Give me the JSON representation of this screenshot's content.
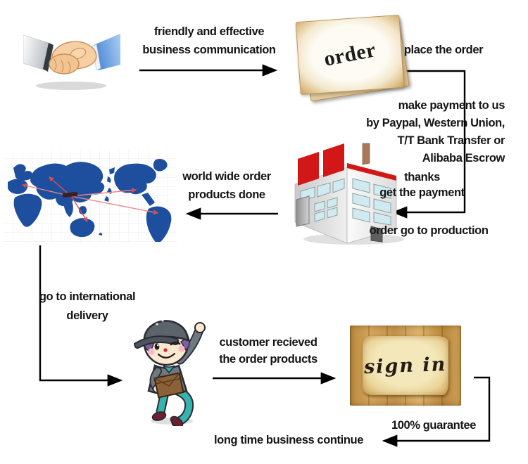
{
  "canvas": {
    "background": "#ffffff"
  },
  "colors": {
    "text": "#151515",
    "arrow": "#000000",
    "map_blue": "#1e4f9e",
    "route_pink": "#ef8484",
    "route_red": "#d94f4f",
    "factory_red": "#d31717",
    "sleeve_blue": "#4f8ad8",
    "courier_teal": "#38b2ac",
    "courier_gray": "#6e7880",
    "package_brown": "#8a6138",
    "skin": "#f6cfa3"
  },
  "nodes": {
    "handshake": {
      "icon": "handshake-icon"
    },
    "order_note": {
      "label": "order"
    },
    "factory": {
      "icon": "factory-icon"
    },
    "world_map": {
      "icon": "world-map-icon"
    },
    "courier": {
      "icon": "delivery-courier-icon"
    },
    "sign_board": {
      "label": "sign in"
    }
  },
  "captions": {
    "communication": {
      "line1": "friendly and effective",
      "line2": "business communication"
    },
    "place_order": {
      "text": "place the order"
    },
    "payment": {
      "line1": "make payment to us",
      "line2": "by Paypal, Western Union,",
      "line3": "T/T Bank Transfer or",
      "line4": "Alibaba Escrow"
    },
    "thanks": {
      "line1": "thanks",
      "line2": "get the payment"
    },
    "production": {
      "text": "order go to production"
    },
    "worldwide": {
      "line1": "world wide order",
      "line2": "products done"
    },
    "international": {
      "line1": "go to international",
      "line2": "delivery"
    },
    "received": {
      "line1": "customer recieved",
      "line2": "the order products"
    },
    "guarantee": {
      "text": "100% guarantee"
    },
    "continuation": {
      "text": "long time business continue"
    }
  }
}
